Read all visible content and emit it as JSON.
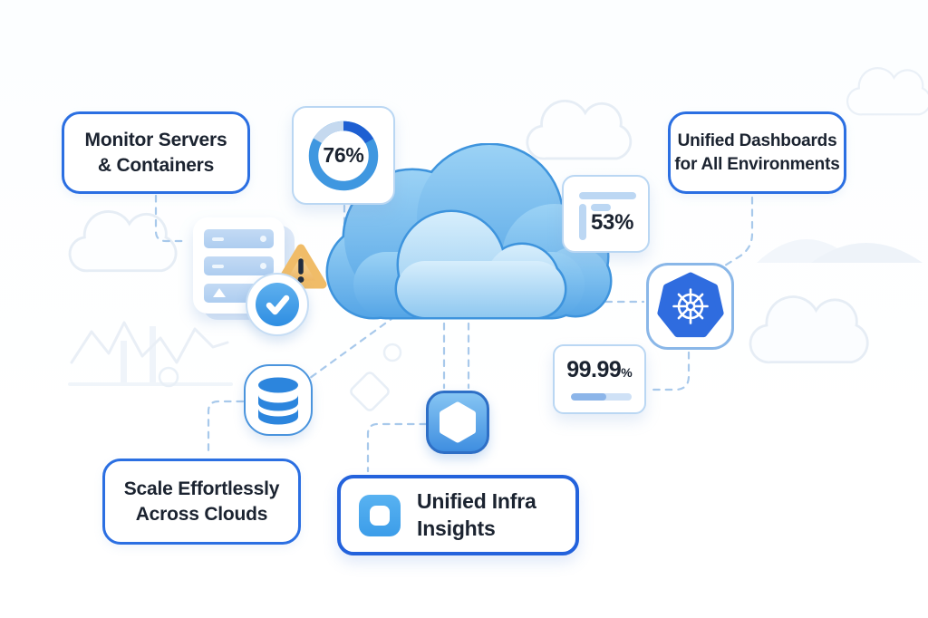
{
  "cards": {
    "monitor": {
      "line1": "Monitor Servers",
      "line2": "& Containers"
    },
    "dashboards": {
      "line1": "Unified Dashboards",
      "line2": "for All Environments"
    },
    "scale": {
      "line1": "Scale Effortlessly",
      "line2": "Across Clouds"
    },
    "insights": {
      "line1": "Unified Infra",
      "line2": "Insights"
    }
  },
  "stats": {
    "ring": {
      "label": "76%",
      "percent": 76
    },
    "bars": {
      "label": "53%",
      "percent": 53
    },
    "uptime": {
      "value": "99.99",
      "unit": "%",
      "bar_percent": 58
    }
  },
  "icons": {
    "server_rack": "server-rack-icon",
    "warning": "warning-triangle-icon",
    "check": "check-circle-icon",
    "database": "database-cylinder-icon",
    "hexagon": "hexagon-node-icon",
    "kubernetes": "kubernetes-helm-icon",
    "insights_square": "rounded-square-icon",
    "cloud": "cloud-illustration"
  },
  "colors": {
    "accent_border": "#2b6fe2",
    "light_border": "#bad7f3",
    "text": "#1b2330",
    "connector": "#a8c9eb",
    "cloud_dark": "#55a5e6",
    "cloud_light": "#cfe9fb",
    "kubernetes_blue": "#2f6cdf",
    "warning_orange": "#efb55c",
    "icon_blue": "#2c85dd"
  }
}
